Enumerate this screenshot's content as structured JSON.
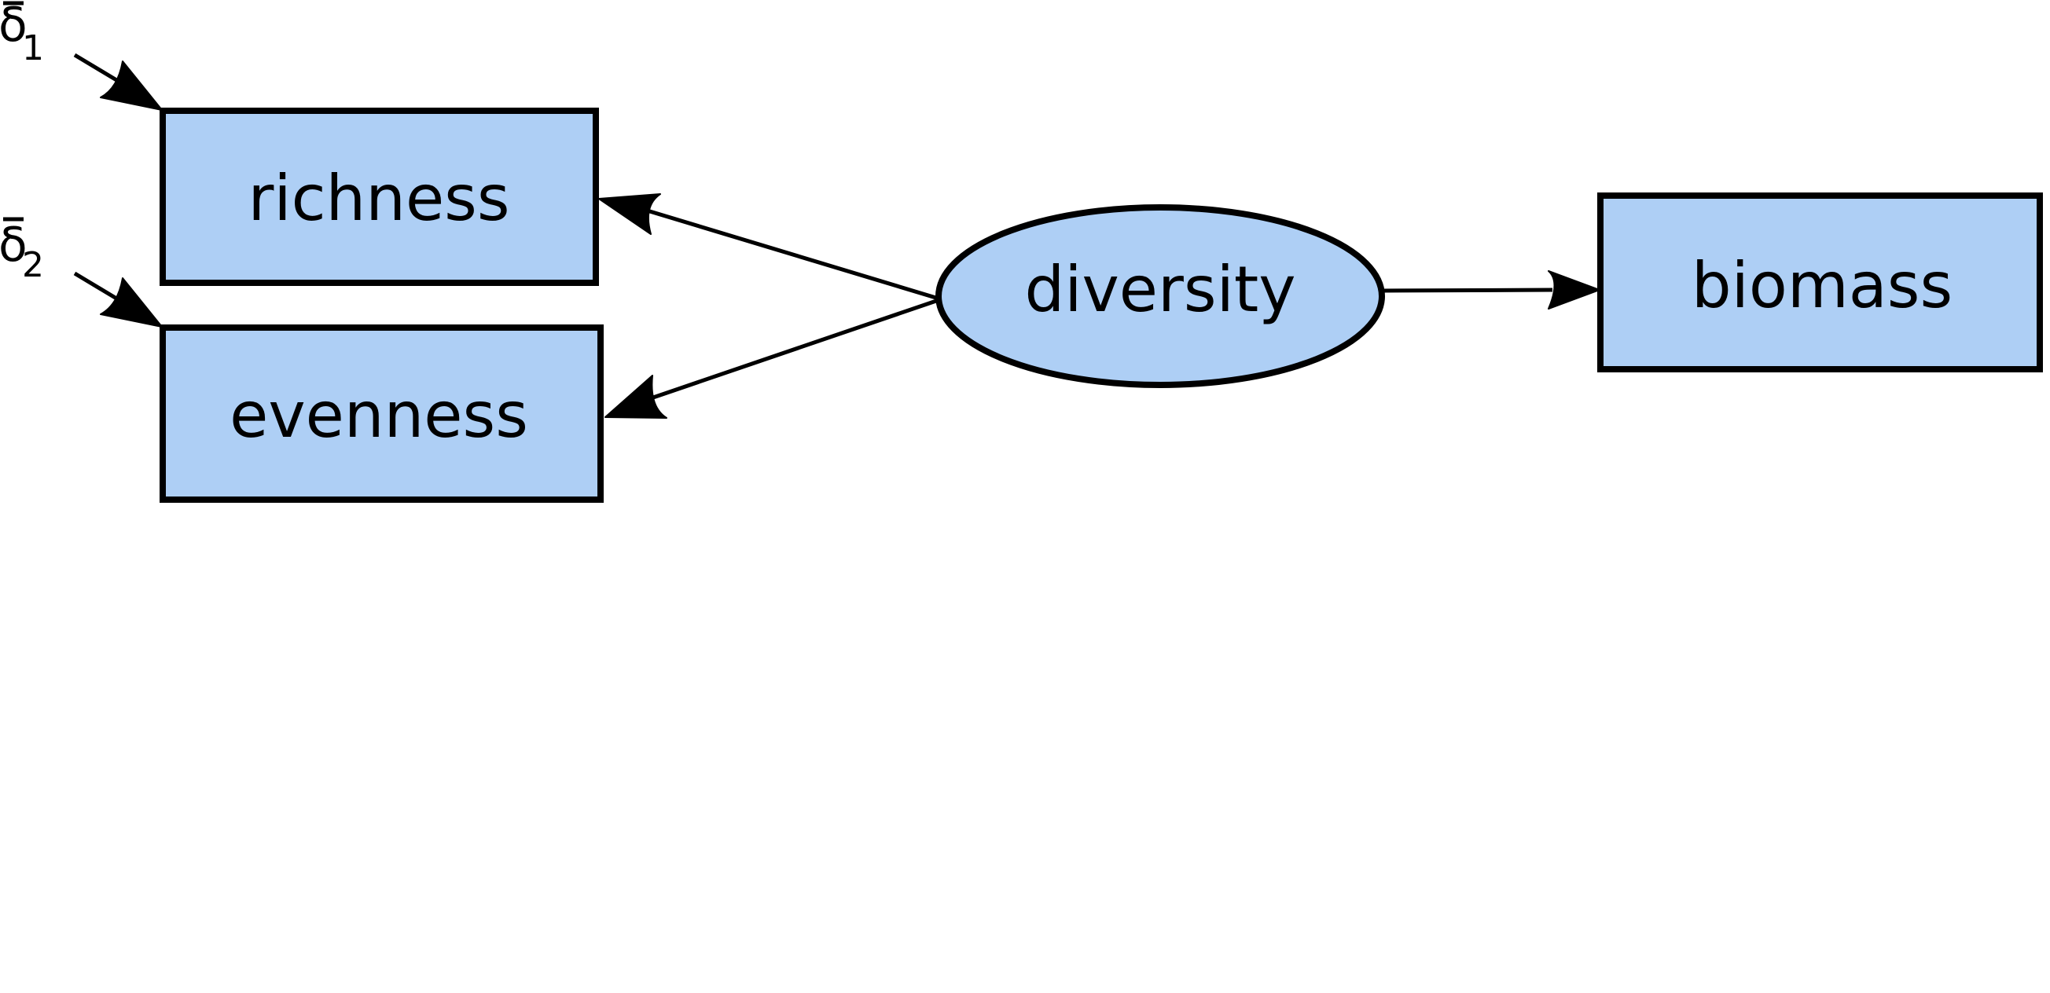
{
  "diagram": {
    "colors": {
      "node_fill": "#aecff5",
      "stroke": "#000000",
      "background": "#ffffff"
    },
    "nodes": {
      "richness": {
        "label": "richness",
        "shape": "rectangle"
      },
      "evenness": {
        "label": "evenness",
        "shape": "rectangle"
      },
      "diversity": {
        "label": "diversity",
        "shape": "ellipse"
      },
      "biomass": {
        "label": "biomass",
        "shape": "rectangle"
      }
    },
    "errors": {
      "delta1": {
        "symbol": "δ",
        "subscript": "1"
      },
      "delta2": {
        "symbol": "δ",
        "subscript": "2"
      }
    },
    "edges": [
      {
        "from": "diversity",
        "to": "richness"
      },
      {
        "from": "diversity",
        "to": "evenness"
      },
      {
        "from": "diversity",
        "to": "biomass"
      },
      {
        "from": "delta1",
        "to": "richness"
      },
      {
        "from": "delta2",
        "to": "evenness"
      }
    ]
  }
}
